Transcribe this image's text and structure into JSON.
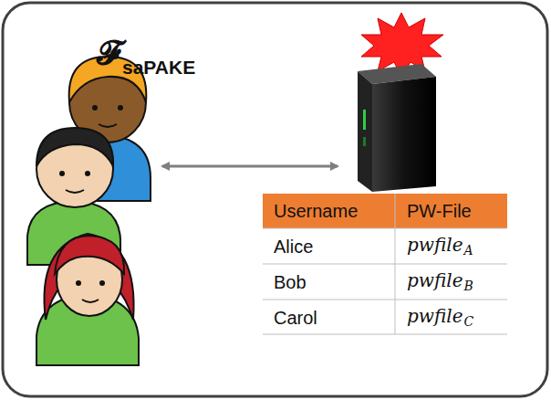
{
  "diagram": {
    "labels": [
      "𝓕",
      "saPAKE",
      "Username",
      "PW-File",
      "Alice",
      "pwfile",
      "A",
      "Bob",
      "pwfile",
      "B",
      "Carol",
      "pwfile",
      "C"
    ]
  }
}
